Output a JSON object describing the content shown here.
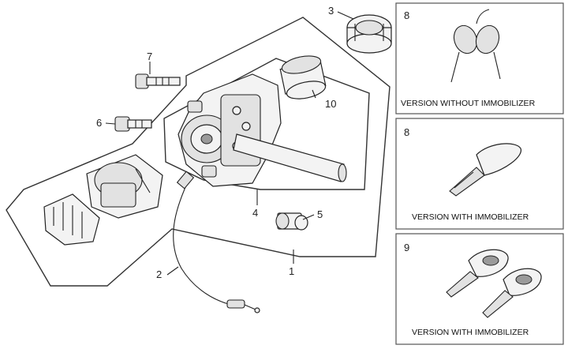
{
  "callouts": {
    "c1": "1",
    "c2": "2",
    "c3": "3",
    "c4": "4",
    "c5": "5",
    "c6": "6",
    "c7": "7",
    "c10": "10"
  },
  "panels": [
    {
      "number": "8",
      "caption": "VERSION WITHOUT IMMOBILIZER"
    },
    {
      "number": "8",
      "caption": "VERSION WITH IMMOBILIZER"
    },
    {
      "number": "9",
      "caption": "VERSION WITH IMMOBILIZER"
    }
  ],
  "colors": {
    "line": "#222222",
    "frame": "#555555",
    "background": "#ffffff"
  }
}
